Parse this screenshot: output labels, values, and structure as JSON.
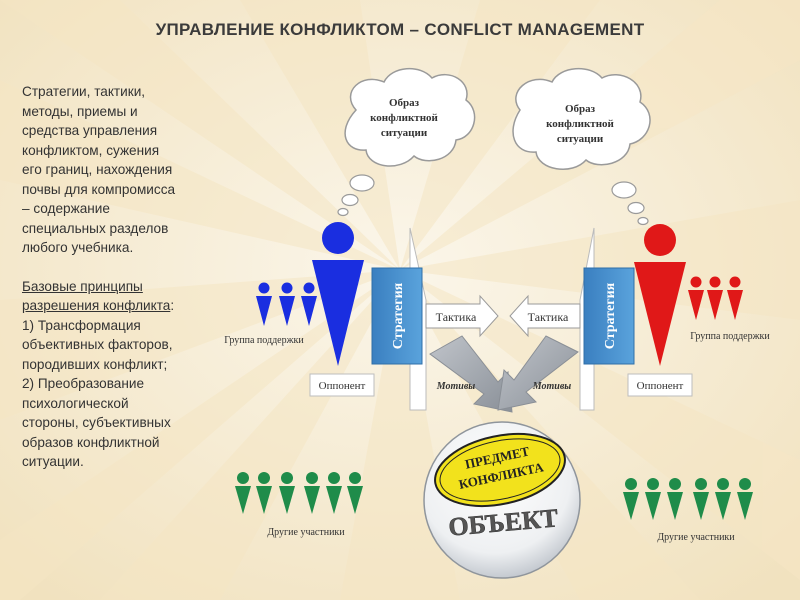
{
  "title": "УПРАВЛЕНИЕ КОНФЛИКТОМ – CONFLICT MANAGEMENT",
  "left_text": {
    "intro_lines": [
      "Стратегии, тактики,",
      "методы, приемы и",
      "средства управления",
      "конфликтом, сужения",
      "его границ, нахождения",
      "почвы для компромисса",
      "– содержание",
      "специальных разделов",
      "любого учебника."
    ],
    "principles_heading_1": "Базовые принципы",
    "principles_heading_2": "разрешения конфликта",
    "principles_colon": ":",
    "principle_lines": [
      "1) Трансформация",
      "объективных факторов,",
      "породивших конфликт;",
      "2) Преобразование",
      "психологической",
      "стороны, субъективных",
      "образов конфликтной",
      "ситуации."
    ]
  },
  "diagram": {
    "left_cloud": [
      "Образ",
      "конфликтной",
      "ситуации"
    ],
    "right_cloud": [
      "Образ",
      "конфликтной",
      "ситуации"
    ],
    "strategy_label": "Стратегия",
    "tactic_label": "Тактика",
    "opponent_label": "Оппонент",
    "motives_label": "Мотивы",
    "support_group_label": "Группа поддержки",
    "other_participants_label": "Другие участники",
    "subject_line1": "ПРЕДМЕТ",
    "subject_line2": "КОНФЛИКТА",
    "object_label": "ОБЪЕКТ"
  },
  "colors": {
    "background": "#f7efdc",
    "blue_opponent": "#1a2ee0",
    "red_opponent": "#e01818",
    "green_participants": "#1f8c4a",
    "strategy_box": "#4a90c8",
    "subject_oval": "#f2e21c",
    "arrow_gray": "#9aa0a8"
  }
}
